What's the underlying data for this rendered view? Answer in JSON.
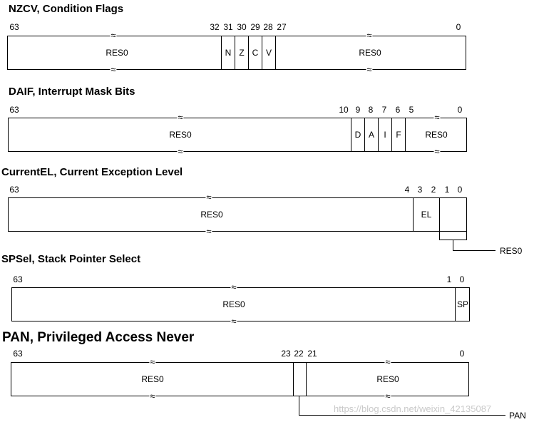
{
  "nzcv": {
    "title": "NZCV, Condition Flags",
    "bits": [
      "63",
      "32",
      "31",
      "30",
      "29",
      "28",
      "27",
      "0"
    ],
    "fields": [
      "RES0",
      "N",
      "Z",
      "C",
      "V",
      "RES0"
    ]
  },
  "daif": {
    "title": "DAIF, Interrupt Mask Bits",
    "bits": [
      "63",
      "10",
      "9",
      "8",
      "7",
      "6",
      "5",
      "0"
    ],
    "fields": [
      "RES0",
      "D",
      "A",
      "I",
      "F",
      "RES0"
    ]
  },
  "currentel": {
    "title": "CurrentEL, Current Exception Level",
    "bits": [
      "63",
      "4",
      "3",
      "2",
      "1",
      "0"
    ],
    "fields": [
      "RES0",
      "EL"
    ],
    "callout": "RES0"
  },
  "spsel": {
    "title": "SPSel, Stack Pointer Select",
    "bits": [
      "63",
      "1",
      "0"
    ],
    "fields": [
      "RES0",
      "SP"
    ]
  },
  "pan": {
    "title": "PAN, Privileged Access Never",
    "bits": [
      "63",
      "23",
      "22",
      "21",
      "0"
    ],
    "fields": [
      "RES0",
      "RES0"
    ],
    "callout": "PAN"
  },
  "break_glyph": "≈",
  "watermark": "https://blog.csdn.net/weixin_42135087"
}
